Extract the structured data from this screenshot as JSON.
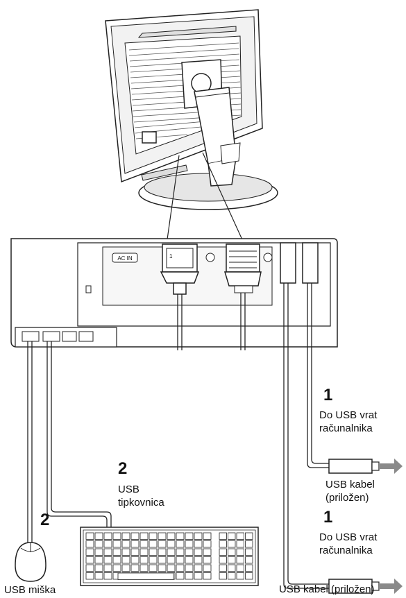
{
  "port_labels": {
    "ac_in": "AC IN",
    "input_1": "1"
  },
  "steps": {
    "upper": {
      "number": "1",
      "destination_line1": "Do USB vrat",
      "destination_line2": "računalnika",
      "cable_line1": "USB kabel",
      "cable_line2": "(priložen)"
    },
    "lower": {
      "number": "1",
      "destination_line1": "Do USB vrat",
      "destination_line2": "računalnika",
      "cable": "USB kabel (priložen)"
    },
    "keyboard": {
      "number": "2",
      "line1": "USB",
      "line2": "tipkovnica"
    },
    "mouse": {
      "number": "2",
      "label": "USB miška"
    }
  },
  "colors": {
    "line": "#222222",
    "arrow": "#8a8a8a",
    "panel_fill": "#ffffff",
    "shade": "#d9d9d9"
  },
  "icons": [
    "monitor-back",
    "usb-plug-arrow",
    "keyboard",
    "mouse"
  ]
}
